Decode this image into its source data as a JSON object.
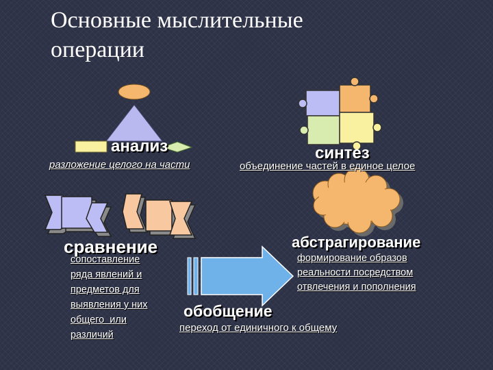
{
  "title": "Основные мыслительные операции",
  "operations": {
    "analysis": {
      "heading": "анализ",
      "description": "разложение целого на части"
    },
    "synthesis": {
      "heading": "синтез",
      "description": "объединение частей в единое целое"
    },
    "comparison": {
      "heading": "сравнение",
      "description_lines": [
        "сопоставление",
        "ряда явлений и",
        "предметов для",
        "выявления у них",
        "общего  или",
        "различий"
      ]
    },
    "abstraction": {
      "heading": "абстрагирование",
      "description_lines": [
        "формирование образов",
        "реальности посредством",
        "отвлечения и пополнения"
      ]
    },
    "generalization": {
      "heading": "обобщение",
      "description": "переход от единичного к общему"
    }
  },
  "colors": {
    "background": "#2e3247",
    "triangle": "#b9b9f0",
    "orange": "#f5b76e",
    "yellow": "#f9f1a0",
    "green_light": "#d9ecb0",
    "lavender": "#bdbdf5",
    "peach": "#f8c9a0",
    "arrow": "#6fb2ea"
  }
}
